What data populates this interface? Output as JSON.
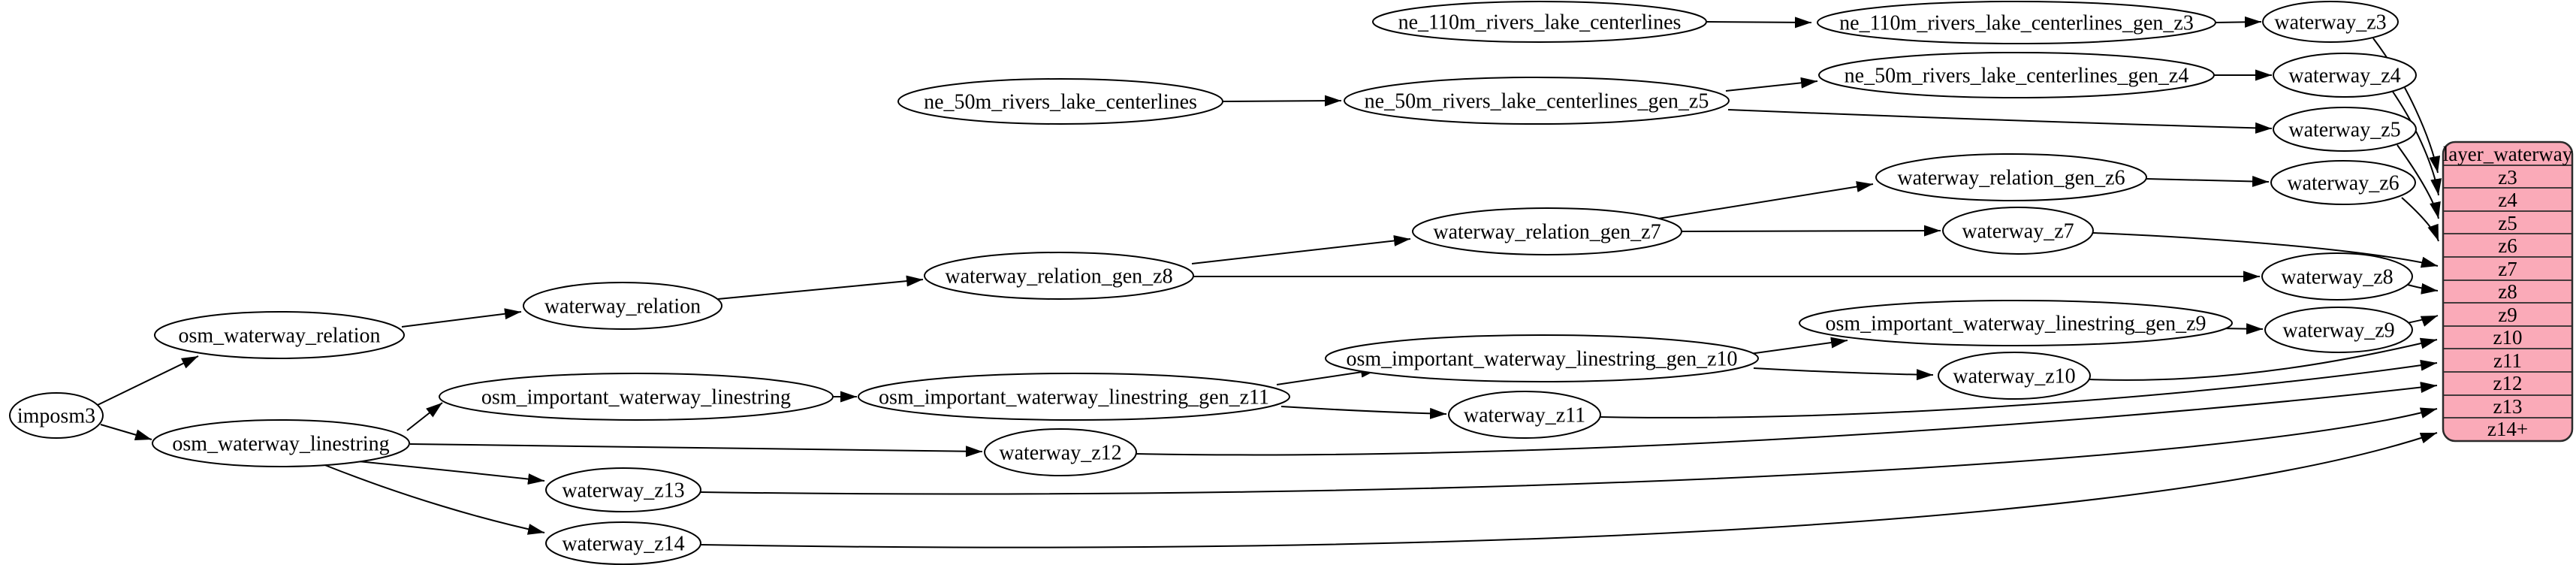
{
  "diagram": {
    "nodes": {
      "imposm3": "imposm3",
      "osm_waterway_relation": "osm_waterway_relation",
      "osm_waterway_linestring": "osm_waterway_linestring",
      "waterway_relation": "waterway_relation",
      "waterway_relation_gen_z8": "waterway_relation_gen_z8",
      "waterway_relation_gen_z7": "waterway_relation_gen_z7",
      "waterway_relation_gen_z6": "waterway_relation_gen_z6",
      "ne_110m_rivers_lake_centerlines": "ne_110m_rivers_lake_centerlines",
      "ne_110m_rivers_lake_centerlines_gen_z3": "ne_110m_rivers_lake_centerlines_gen_z3",
      "ne_50m_rivers_lake_centerlines": "ne_50m_rivers_lake_centerlines",
      "ne_50m_rivers_lake_centerlines_gen_z5": "ne_50m_rivers_lake_centerlines_gen_z5",
      "ne_50m_rivers_lake_centerlines_gen_z4": "ne_50m_rivers_lake_centerlines_gen_z4",
      "osm_important_waterway_linestring": "osm_important_waterway_linestring",
      "osm_important_waterway_linestring_gen_z11": "osm_important_waterway_linestring_gen_z11",
      "osm_important_waterway_linestring_gen_z10": "osm_important_waterway_linestring_gen_z10",
      "osm_important_waterway_linestring_gen_z9": "osm_important_waterway_linestring_gen_z9",
      "waterway_z3": "waterway_z3",
      "waterway_z4": "waterway_z4",
      "waterway_z5": "waterway_z5",
      "waterway_z6": "waterway_z6",
      "waterway_z7": "waterway_z7",
      "waterway_z8": "waterway_z8",
      "waterway_z9": "waterway_z9",
      "waterway_z10": "waterway_z10",
      "waterway_z11": "waterway_z11",
      "waterway_z12": "waterway_z12",
      "waterway_z13": "waterway_z13",
      "waterway_z14": "waterway_z14"
    },
    "record": {
      "title": "layer_waterway",
      "rows": [
        "z3",
        "z4",
        "z5",
        "z6",
        "z7",
        "z8",
        "z9",
        "z10",
        "z11",
        "z12",
        "z13",
        "z14+"
      ]
    },
    "colors": {
      "record_fill": "#faaab8",
      "node_fill": "#ffffff",
      "edge_stroke": "#000000",
      "background": "#ffffff"
    }
  }
}
